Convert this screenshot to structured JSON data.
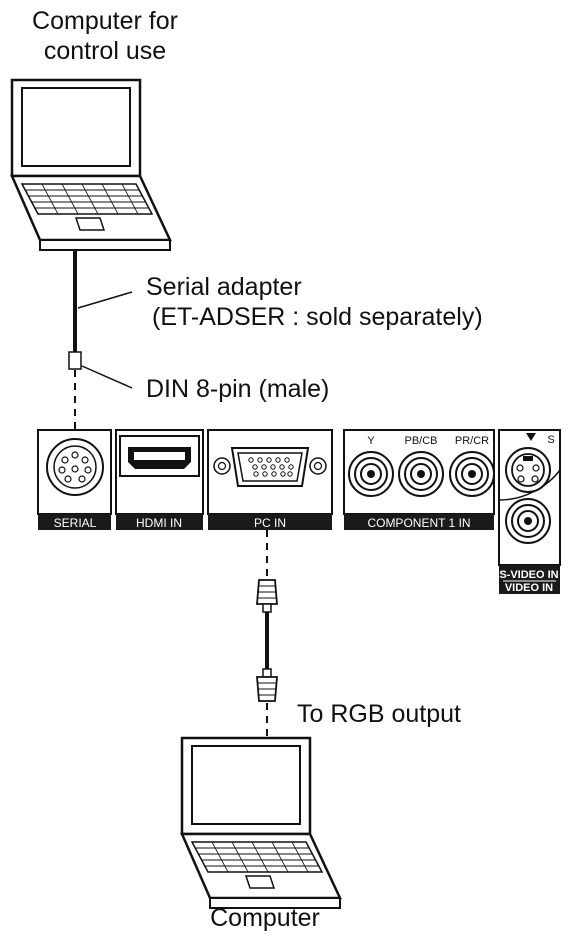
{
  "labels": {
    "top_computer_line1": "Computer for",
    "top_computer_line2": "control use",
    "serial_adapter_line1": "Serial adapter",
    "serial_adapter_line2": "(ET-ADSER : sold separately)",
    "din": "DIN 8-pin (male)",
    "rgb_output": "To RGB output",
    "bottom_computer": "Computer"
  },
  "panel": {
    "serial": "SERIAL",
    "hdmi": "HDMI IN",
    "pc": "PC IN",
    "component": "COMPONENT 1 IN",
    "y": "Y",
    "pb": "PB/CB",
    "pr": "PR/CR",
    "s": "S",
    "svideo": "S-VIDEO IN",
    "video": "VIDEO IN"
  },
  "colors": {
    "line": "#111111",
    "panel_fill": "#ffffff",
    "label_band": "#1a1a1a",
    "label_text": "#ffffff"
  },
  "icons": [
    "laptop-icon",
    "serial-port-icon",
    "hdmi-port-icon",
    "vga-port-icon",
    "rca-jack-icon",
    "svideo-port-icon",
    "vga-plug-icon",
    "din-plug-icon"
  ]
}
